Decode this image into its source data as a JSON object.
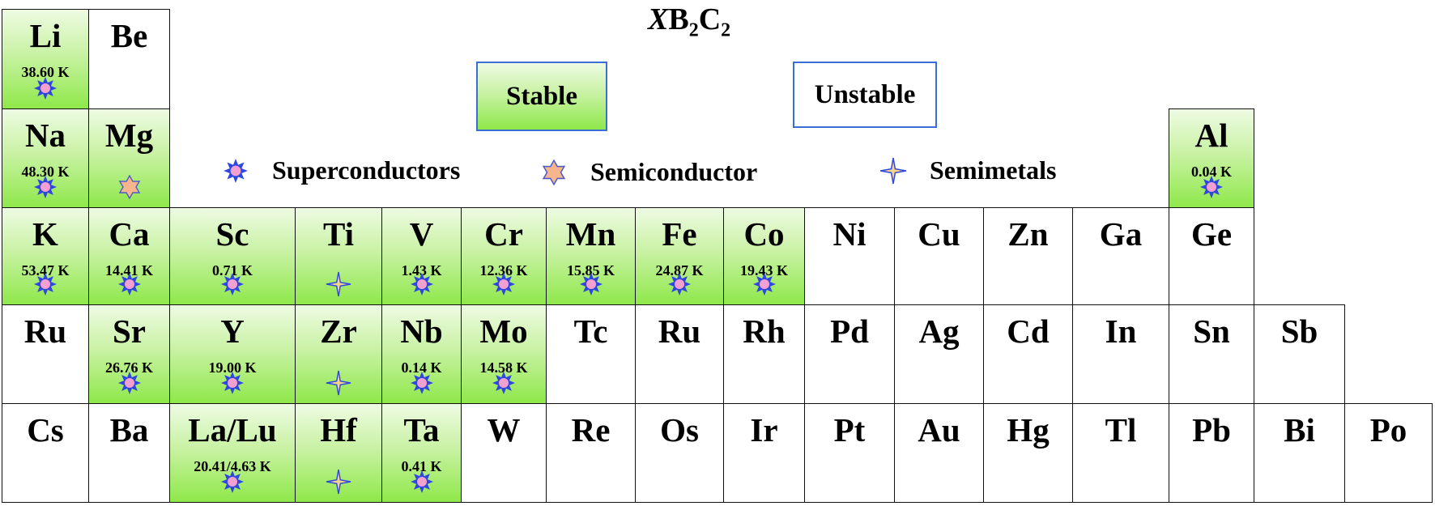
{
  "title": {
    "x": "X",
    "b": "B",
    "b_sub": "2",
    "c": "C",
    "c_sub": "2"
  },
  "legend": {
    "stable_label": "Stable",
    "unstable_label": "Unstable",
    "superconductors_label": "Superconductors",
    "semiconductor_label": "Semiconductor",
    "semimetals_label": "Semimetals"
  },
  "colors": {
    "stable_fill": "#8fe84a",
    "legend_border": "#3b6fd6",
    "superconductor_star": "#2f46e0",
    "superconductor_center": "#f2a0d0",
    "semiconductor_star": "#f6b58c",
    "semimetal_star": "#f5d48c"
  },
  "elements": [
    {
      "symbol": "Li",
      "row": 0,
      "col": 0,
      "stable": true,
      "tc": "38.60 K",
      "marker": "superconductor"
    },
    {
      "symbol": "Be",
      "row": 0,
      "col": 1,
      "stable": false,
      "tc": "",
      "marker": ""
    },
    {
      "symbol": "Na",
      "row": 1,
      "col": 0,
      "stable": true,
      "tc": "48.30 K",
      "marker": "superconductor"
    },
    {
      "symbol": "Mg",
      "row": 1,
      "col": 1,
      "stable": true,
      "tc": "",
      "marker": "semiconductor"
    },
    {
      "symbol": "Al",
      "row": 1,
      "col": 13,
      "stable": true,
      "tc": "0.04 K",
      "marker": "superconductor"
    },
    {
      "symbol": "K",
      "row": 2,
      "col": 0,
      "stable": true,
      "tc": "53.47 K",
      "marker": "superconductor"
    },
    {
      "symbol": "Ca",
      "row": 2,
      "col": 1,
      "stable": true,
      "tc": "14.41 K",
      "marker": "superconductor"
    },
    {
      "symbol": "Sc",
      "row": 2,
      "col": 2,
      "stable": true,
      "tc": "0.71 K",
      "marker": "superconductor"
    },
    {
      "symbol": "Ti",
      "row": 2,
      "col": 3,
      "stable": true,
      "tc": "",
      "marker": "semimetal"
    },
    {
      "symbol": "V",
      "row": 2,
      "col": 4,
      "stable": true,
      "tc": "1.43 K",
      "marker": "superconductor"
    },
    {
      "symbol": "Cr",
      "row": 2,
      "col": 5,
      "stable": true,
      "tc": "12.36 K",
      "marker": "superconductor"
    },
    {
      "symbol": "Mn",
      "row": 2,
      "col": 6,
      "stable": true,
      "tc": "15.85 K",
      "marker": "superconductor"
    },
    {
      "symbol": "Fe",
      "row": 2,
      "col": 7,
      "stable": true,
      "tc": "24.87 K",
      "marker": "superconductor"
    },
    {
      "symbol": "Co",
      "row": 2,
      "col": 8,
      "stable": true,
      "tc": "19.43 K",
      "marker": "superconductor"
    },
    {
      "symbol": "Ni",
      "row": 2,
      "col": 9,
      "stable": false,
      "tc": "",
      "marker": ""
    },
    {
      "symbol": "Cu",
      "row": 2,
      "col": 10,
      "stable": false,
      "tc": "",
      "marker": ""
    },
    {
      "symbol": "Zn",
      "row": 2,
      "col": 11,
      "stable": false,
      "tc": "",
      "marker": ""
    },
    {
      "symbol": "Ga",
      "row": 2,
      "col": 12,
      "stable": false,
      "tc": "",
      "marker": ""
    },
    {
      "symbol": "Ge",
      "row": 2,
      "col": 13,
      "stable": false,
      "tc": "",
      "marker": ""
    },
    {
      "symbol": "Ru",
      "row": 3,
      "col": 0,
      "stable": false,
      "tc": "",
      "marker": ""
    },
    {
      "symbol": "Sr",
      "row": 3,
      "col": 1,
      "stable": true,
      "tc": "26.76 K",
      "marker": "superconductor"
    },
    {
      "symbol": "Y",
      "row": 3,
      "col": 2,
      "stable": true,
      "tc": "19.00 K",
      "marker": "superconductor"
    },
    {
      "symbol": "Zr",
      "row": 3,
      "col": 3,
      "stable": true,
      "tc": "",
      "marker": "semimetal"
    },
    {
      "symbol": "Nb",
      "row": 3,
      "col": 4,
      "stable": true,
      "tc": "0.14 K",
      "marker": "superconductor"
    },
    {
      "symbol": "Mo",
      "row": 3,
      "col": 5,
      "stable": true,
      "tc": "14.58 K",
      "marker": "superconductor"
    },
    {
      "symbol": "Tc",
      "row": 3,
      "col": 6,
      "stable": false,
      "tc": "",
      "marker": ""
    },
    {
      "symbol": "Ru",
      "row": 3,
      "col": 7,
      "stable": false,
      "tc": "",
      "marker": ""
    },
    {
      "symbol": "Rh",
      "row": 3,
      "col": 8,
      "stable": false,
      "tc": "",
      "marker": ""
    },
    {
      "symbol": "Pd",
      "row": 3,
      "col": 9,
      "stable": false,
      "tc": "",
      "marker": ""
    },
    {
      "symbol": "Ag",
      "row": 3,
      "col": 10,
      "stable": false,
      "tc": "",
      "marker": ""
    },
    {
      "symbol": "Cd",
      "row": 3,
      "col": 11,
      "stable": false,
      "tc": "",
      "marker": ""
    },
    {
      "symbol": "In",
      "row": 3,
      "col": 12,
      "stable": false,
      "tc": "",
      "marker": ""
    },
    {
      "symbol": "Sn",
      "row": 3,
      "col": 13,
      "stable": false,
      "tc": "",
      "marker": ""
    },
    {
      "symbol": "Sb",
      "row": 3,
      "col": 14,
      "stable": false,
      "tc": "",
      "marker": ""
    },
    {
      "symbol": "Cs",
      "row": 4,
      "col": 0,
      "stable": false,
      "tc": "",
      "marker": ""
    },
    {
      "symbol": "Ba",
      "row": 4,
      "col": 1,
      "stable": false,
      "tc": "",
      "marker": ""
    },
    {
      "symbol": "La/Lu",
      "row": 4,
      "col": 2,
      "stable": true,
      "tc": "20.41/4.63 K",
      "marker": "superconductor"
    },
    {
      "symbol": "Hf",
      "row": 4,
      "col": 3,
      "stable": true,
      "tc": "",
      "marker": "semimetal"
    },
    {
      "symbol": "Ta",
      "row": 4,
      "col": 4,
      "stable": true,
      "tc": "0.41 K",
      "marker": "superconductor"
    },
    {
      "symbol": "W",
      "row": 4,
      "col": 5,
      "stable": false,
      "tc": "",
      "marker": ""
    },
    {
      "symbol": "Re",
      "row": 4,
      "col": 6,
      "stable": false,
      "tc": "",
      "marker": ""
    },
    {
      "symbol": "Os",
      "row": 4,
      "col": 7,
      "stable": false,
      "tc": "",
      "marker": ""
    },
    {
      "symbol": "Ir",
      "row": 4,
      "col": 8,
      "stable": false,
      "tc": "",
      "marker": ""
    },
    {
      "symbol": "Pt",
      "row": 4,
      "col": 9,
      "stable": false,
      "tc": "",
      "marker": ""
    },
    {
      "symbol": "Au",
      "row": 4,
      "col": 10,
      "stable": false,
      "tc": "",
      "marker": ""
    },
    {
      "symbol": "Hg",
      "row": 4,
      "col": 11,
      "stable": false,
      "tc": "",
      "marker": ""
    },
    {
      "symbol": "Tl",
      "row": 4,
      "col": 12,
      "stable": false,
      "tc": "",
      "marker": ""
    },
    {
      "symbol": "Pb",
      "row": 4,
      "col": 13,
      "stable": false,
      "tc": "",
      "marker": ""
    },
    {
      "symbol": "Bi",
      "row": 4,
      "col": 14,
      "stable": false,
      "tc": "",
      "marker": ""
    },
    {
      "symbol": "Po",
      "row": 4,
      "col": 15,
      "stable": false,
      "tc": "",
      "marker": ""
    }
  ]
}
